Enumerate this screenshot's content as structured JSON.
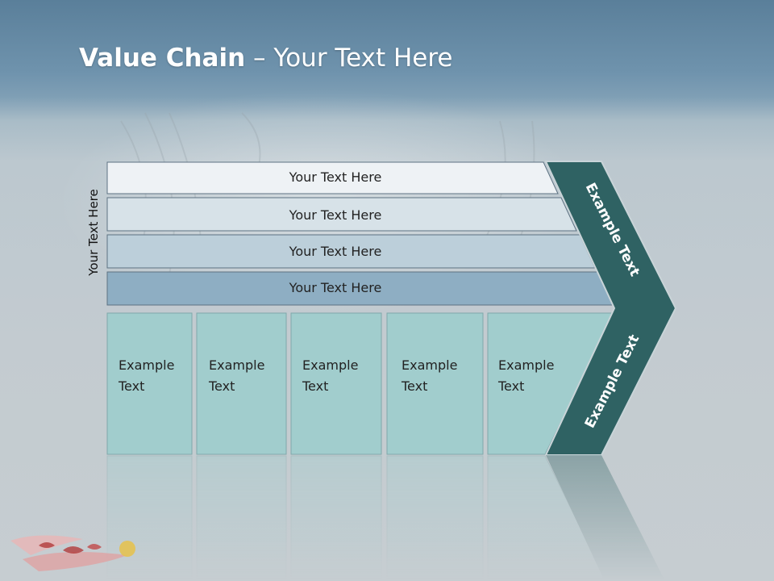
{
  "title": {
    "bold": "Value Chain",
    "rest": " – Your Text Here"
  },
  "side_label": "Your Text Here",
  "bars": [
    {
      "label": "Your Text Here",
      "color": "#eef2f5"
    },
    {
      "label": "Your Text Here",
      "color": "#d7e2e8"
    },
    {
      "label": "Your Text Here",
      "color": "#bccfda"
    },
    {
      "label": "Your Text Here",
      "color": "#8eaec3"
    }
  ],
  "boxes": [
    {
      "line1": "Example",
      "line2": "Text"
    },
    {
      "line1": "Example",
      "line2": "Text"
    },
    {
      "line1": "Example",
      "line2": "Text"
    },
    {
      "line1": "Example",
      "line2": "Text"
    },
    {
      "line1": "Example",
      "line2": "Text"
    }
  ],
  "chevron": {
    "upper": "Example Text",
    "lower": "Example Text",
    "color": "#2f6263"
  },
  "colors": {
    "box": "#a1cdcd",
    "box_border": "#7fa8aa"
  }
}
